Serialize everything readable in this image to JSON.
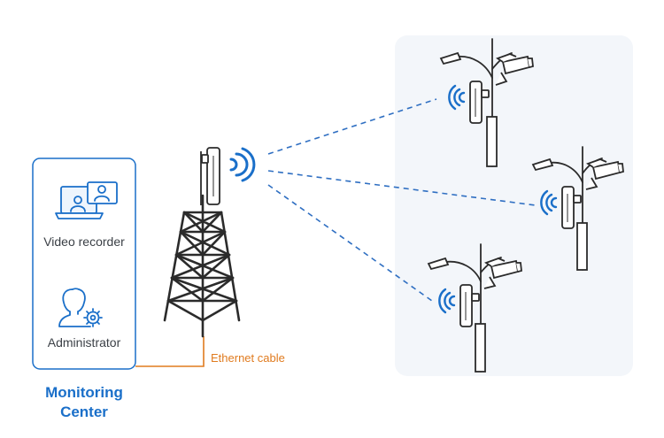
{
  "monitoring_center": {
    "title_line1": "Monitoring",
    "title_line2": "Center",
    "video_recorder_label": "Video recorder",
    "administrator_label": "Administrator"
  },
  "cable": {
    "label": "Ethernet cable"
  },
  "colors": {
    "accent_blue": "#1a6fc9",
    "cable_orange": "#e07b1f",
    "link_dash": "#2f6fc2",
    "panel_bg": "#f3f6fa",
    "outline": "#2b2b2b"
  },
  "icons": [
    "video-recorder-icon",
    "administrator-icon",
    "wifi-signal-icon",
    "cctv-camera-icon",
    "streetlight-icon",
    "lattice-tower-icon",
    "wireless-bridge-icon"
  ]
}
